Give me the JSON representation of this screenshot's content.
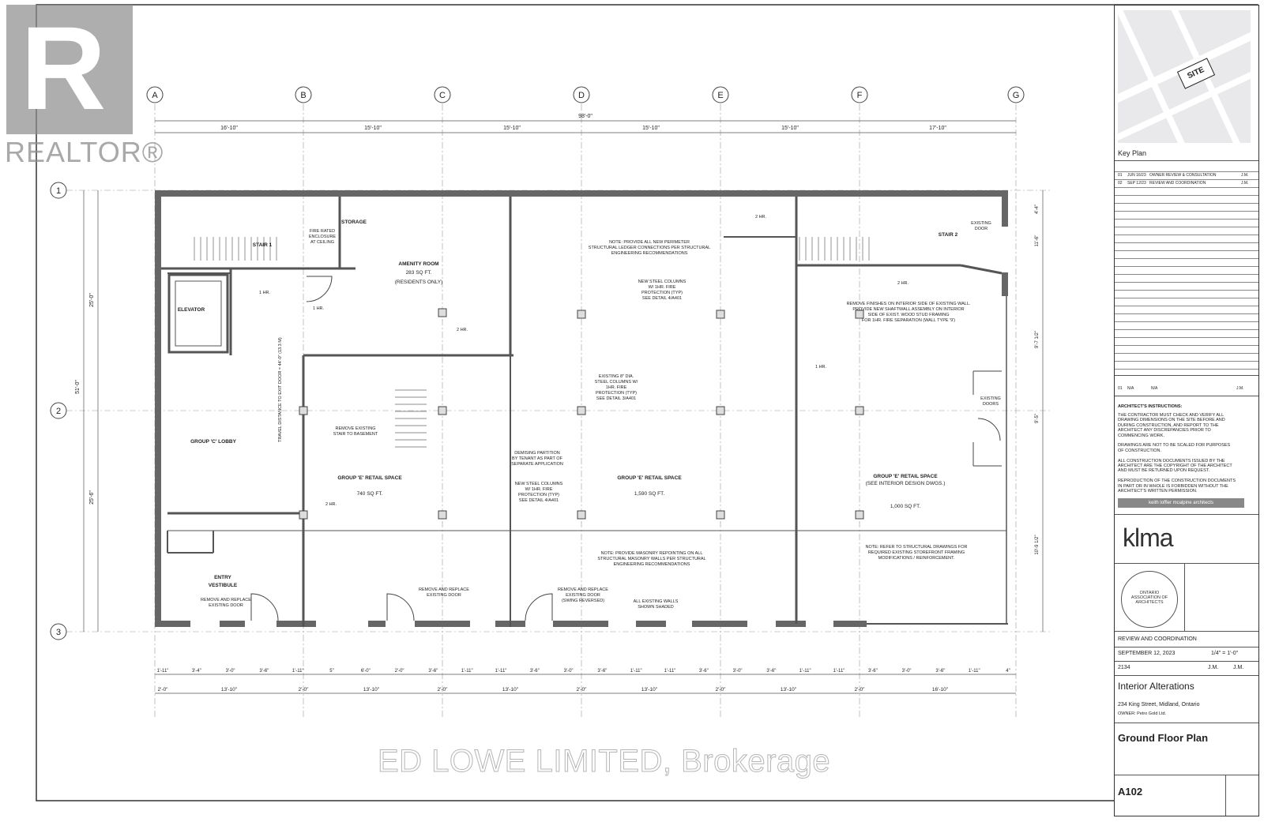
{
  "realtor_logo": {
    "letter": "R",
    "word": "REALTOR®"
  },
  "watermark": "ED LOWE LIMITED, Brokerage",
  "grid_columns": [
    "A",
    "B",
    "C",
    "D",
    "E",
    "F",
    "G"
  ],
  "grid_rows": [
    "1",
    "2",
    "3"
  ],
  "dims_top": {
    "overall": "98'-0\"",
    "spans": [
      "16'-10\"",
      "15'-10\"",
      "15'-10\"",
      "15'-10\"",
      "15'-10\"",
      "17'-10\""
    ]
  },
  "dims_left": {
    "overall": "51'-0\"",
    "upper": "25'-0\"",
    "lower": "25'-6\""
  },
  "dims_right": [
    "4'-4\"",
    "11'-6\"",
    "9'-7 1/2\"",
    "9'-5\"",
    "10'-9 1/2\""
  ],
  "dims_bottom_row1": [
    "1'-11\"",
    "3'-4\"",
    "3'-0\"",
    "3'-6\"",
    "1'-11\"",
    "5\"",
    "6'-0\"",
    "2'-0\"",
    "3'-6\"",
    "1'-11\"",
    "1'-11\"",
    "3'-6\"",
    "3'-0\"",
    "3'-6\"",
    "1'-11\"",
    "1'-11\"",
    "3'-6\"",
    "3'-0\"",
    "3'-6\"",
    "1'-11\"",
    "1'-11\"",
    "3'-6\"",
    "3'-0\"",
    "3'-6\"",
    "1'-11\"",
    "4\""
  ],
  "dims_bottom_row2": [
    "2'-0\"",
    "13'-10\"",
    "2'-0\"",
    "13'-10\"",
    "2'-0\"",
    "13'-10\"",
    "2'-0\"",
    "13'-10\"",
    "2'-0\"",
    "13'-10\"",
    "2'-0\"",
    "16'-10\""
  ],
  "rooms": {
    "stair1": "STAIR 1",
    "stair2": "STAIR 2",
    "storage": "STORAGE",
    "elevator": "ELEVATOR",
    "amenity": "AMENITY ROOM",
    "amenity_area": "283 SQ FT.",
    "amenity_note": "(RESIDENTS ONLY)",
    "lobby": "GROUP 'C' LOBBY",
    "entry1": "ENTRY",
    "entry2": "VESTIBULE",
    "retail1": "GROUP 'E' RETAIL SPACE",
    "retail1_area": "740 SQ FT.",
    "retail2": "GROUP 'E' RETAIL SPACE",
    "retail2_area": "1,590 SQ FT.",
    "retail3": "GROUP 'E' RETAIL SPACE",
    "retail3_note": "(SEE INTERIOR DESIGN DWGS.)",
    "retail3_area": "1,000 SQ FT."
  },
  "notes": {
    "perimeter": [
      "NOTE: PROVIDE ALL NEW PERIMETER",
      "STRUCTURAL LEDGER CONNECTIONS PER STRUCTURAL",
      "ENGINEERING RECOMMENDATIONS"
    ],
    "masonry": [
      "NOTE: PROVIDE MASONRY REPOINTING ON ALL",
      "STRUCTURAL MASONRY WALLS PER STRUCTURAL",
      "ENGINEERING RECOMMENDATIONS"
    ],
    "storefront": [
      "NOTE: REFER TO STRUCTURAL DRAWINGS FOR",
      "REQUIRED EXISTING STOREFRONT FRAMING",
      "MODIFICATIONS / REINFORCEMENT."
    ],
    "remove_stair": [
      "REMOVE EXISTING",
      "STAIR TO BASEMENT"
    ],
    "demising": [
      "DEMISING PARTITION",
      "BY TENANT AS PART OF",
      "SEPARATE APPLICATION"
    ],
    "steel_cols": [
      "NEW STEEL COLUMNS",
      "W/ 1HR. FIRE",
      "PROTECTION (TYP)",
      "SEE DETAIL 4/A401"
    ],
    "existing_cols": [
      "EXISTING 8\" DIA.",
      "STEEL COLUMNS W/",
      "1HR. FIRE",
      "PROTECTION (TYP)",
      "SEE DETAIL 3/A401"
    ],
    "new_cols2": [
      "NEW STEEL COLUMNS",
      "W/ 1HR. FIRE",
      "PROTECTION (TYP)",
      "SEE DETAIL 4/A401"
    ],
    "remove_finish": [
      "REMOVE FINISHES ON INTERIOR SIDE OF EXISTING WALL.",
      "PROVIDE NEW SHAFTWALL ASSEMBLY ON INTERIOR",
      "SIDE OF EXIST. WOOD STUD FRAMING",
      "FOR 1HR. FIRE SEPARATION (WALL TYPE '9')"
    ],
    "fire_rated": [
      "FIRE RATED",
      "ENCLOSURE",
      "AT CEILING"
    ],
    "existing_door": [
      "EXISTING",
      "DOOR"
    ],
    "existing_doors": [
      "EXISTING",
      "DOORS"
    ],
    "replace_door1": [
      "REMOVE AND REPLACE",
      "EXISTING DOOR"
    ],
    "replace_door2": [
      "REMOVE AND REPLACE",
      "EXISTING DOOR"
    ],
    "replace_door3": [
      "REMOVE AND REPLACE",
      "EXISTING DOOR",
      "(SWING REVERSED)"
    ],
    "existing_walls": [
      "ALL EXISTING WALLS",
      "SHOWN SHADED"
    ],
    "travel": "TRAVEL DISTANCE TO EXIT DOOR = 44'-0\" (13.3 M)",
    "two_hr": "2 HR.",
    "one_hr": "1 HR."
  },
  "title_block": {
    "key_plan_label": "Key Plan",
    "site_label": "SITE",
    "revisions": [
      {
        "no": "01",
        "date": "JUN 16/23",
        "desc": "OWNER REVIEW & CONSULTATION",
        "by": "J.M."
      },
      {
        "no": "02",
        "date": "SEP 12/23",
        "desc": "REVIEW AND COORDINATION",
        "by": "J.M."
      }
    ],
    "issue": {
      "no": "01",
      "date": "N/A",
      "desc": "N/A",
      "by": "J.M."
    },
    "instructions_title": "ARCHITECT'S INSTRUCTIONS:",
    "instructions": [
      "THE CONTRACTOR MUST CHECK AND VERIFY ALL",
      "DRAWING DIMENSIONS ON THE SITE BEFORE AND",
      "DURING CONSTRUCTION, AND REPORT TO THE",
      "ARCHITECT ANY DISCREPANCIES PRIOR TO",
      "COMMENCING WORK.",
      "",
      "DRAWINGS ARE NOT TO BE SCALED FOR PURPOSES",
      "OF CONSTRUCTION.",
      "",
      "ALL CONSTRUCTION DOCUMENTS ISSUED BY THE",
      "ARCHITECT ARE THE COPYRIGHT OF THE ARCHITECT",
      "AND MUST BE RETURNED UPON REQUEST.",
      "",
      "REPRODUCTION OF THE CONSTRUCTION DOCUMENTS",
      "IN PART OR IN WHOLE IS FORBIDDEN WITHOUT THE",
      "ARCHITECT'S WRITTEN PERMISSION."
    ],
    "firm_name": "keith loffler mcalpine architects",
    "firm_logo": "klma",
    "seal_text": "ONTARIO ASSOCIATION OF ARCHITECTS",
    "stage": "REVIEW AND COORDINATION",
    "date": "SEPTEMBER 12, 2023",
    "scale": "1/4\" = 1'-0\"",
    "project_no": "2134",
    "drawn": "J.M.",
    "checked": "J.M.",
    "project_title": "Interior Alterations",
    "address": "234 King Street, Midland, Ontario",
    "owner": "OWNER: Petro Gold Ltd.",
    "sheet_title": "Ground Floor Plan",
    "sheet_no": "A102"
  }
}
